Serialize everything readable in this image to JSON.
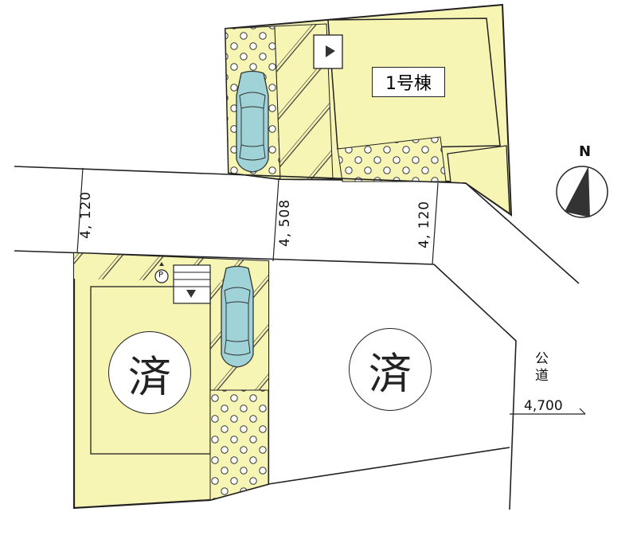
{
  "plan": {
    "type": "site-layout-plan",
    "colors": {
      "lot_fill": "#f7f5b4",
      "car_fill": "#9fd3d8",
      "line": "#222222",
      "background": "#ffffff"
    },
    "lots": [
      {
        "id": "lot-1",
        "label": "1号棟",
        "status": "available"
      },
      {
        "id": "lot-left",
        "label": "済",
        "status": "sold"
      },
      {
        "id": "lot-right",
        "label": "済",
        "status": "sold"
      }
    ],
    "dimensions": {
      "left_road_width": "4, 120",
      "center_road_width": "4, 508",
      "right_road_width": "4, 120",
      "public_road_width": "4,700"
    },
    "public_road_label": "公道",
    "public_road_label_chars": [
      "公",
      "道"
    ],
    "north_label": "N",
    "parking_symbol": "P"
  }
}
